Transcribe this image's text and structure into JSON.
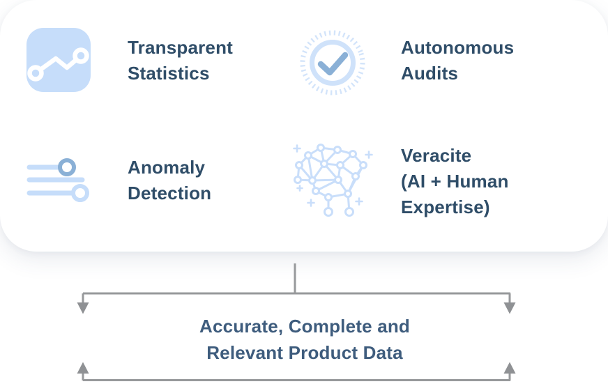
{
  "colors": {
    "page_bg": "#ffffff",
    "card_bg": "#ffffff",
    "heading_text": "#2f4d68",
    "result_text": "#3e5c7d",
    "icon_light_blue": "#c6ddfa",
    "icon_pale_blue": "#cfe2fa",
    "icon_steel_blue": "#8ab0d6",
    "connector_gray": "#97999b"
  },
  "features": [
    {
      "label": "Transparent\nStatistics",
      "icon": "line-chart-icon"
    },
    {
      "label": "Autonomous\nAudits",
      "icon": "verified-check-icon"
    },
    {
      "label": "Anomaly\nDetection",
      "icon": "sliders-icon"
    },
    {
      "label": "Veracite\n(AI + Human\nExpertise)",
      "icon": "ai-brain-icon"
    }
  ],
  "flow": {
    "result_label": "Accurate, Complete and\nRelevant Product Data"
  }
}
